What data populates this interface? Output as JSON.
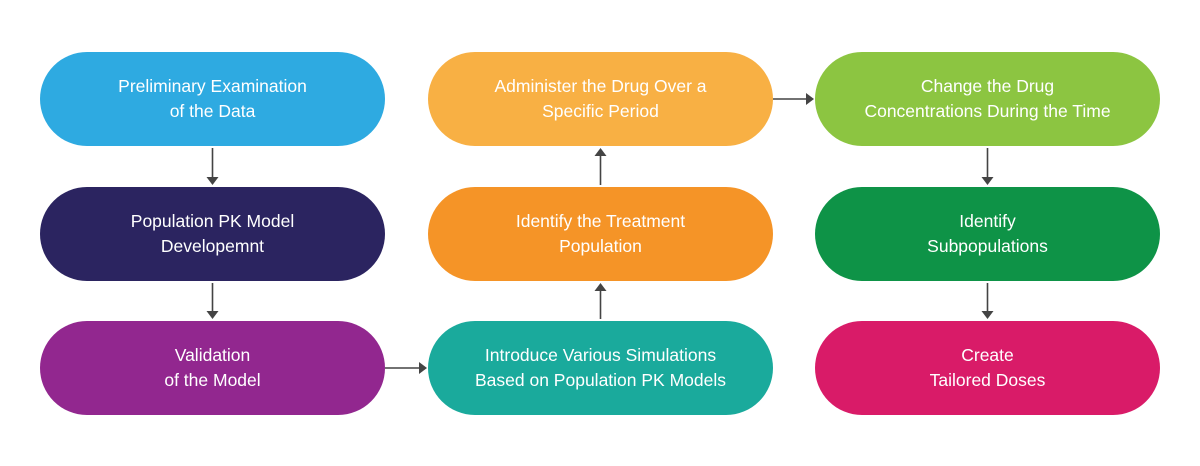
{
  "nodes": [
    {
      "id": "preliminary-examination",
      "label": "Preliminary Examination\nof the Data",
      "color": "#2eaae1"
    },
    {
      "id": "population-pk-model",
      "label": "Population PK Model\nDevelopemnt",
      "color": "#2b2460"
    },
    {
      "id": "validation",
      "label": "Validation\nof the Model",
      "color": "#92278f"
    },
    {
      "id": "introduce-simulations",
      "label": "Introduce Various Simulations\nBased on Population PK Models",
      "color": "#1aaa9c"
    },
    {
      "id": "identify-treatment-population",
      "label": "Identify the Treatment\nPopulation",
      "color": "#f59427"
    },
    {
      "id": "administer-drug",
      "label": "Administer the Drug Over a\nSpecific Period",
      "color": "#f8b044"
    },
    {
      "id": "change-concentrations",
      "label": "Change the Drug\nConcentrations During the Time",
      "color": "#8cc541"
    },
    {
      "id": "identify-subpopulations",
      "label": "Identify\nSubpopulations",
      "color": "#0e9347"
    },
    {
      "id": "create-tailored-doses",
      "label": "Create\nTailored Doses",
      "color": "#d91b68"
    }
  ],
  "edges": [
    {
      "from": "preliminary-examination",
      "to": "population-pk-model"
    },
    {
      "from": "population-pk-model",
      "to": "validation"
    },
    {
      "from": "validation",
      "to": "introduce-simulations"
    },
    {
      "from": "introduce-simulations",
      "to": "identify-treatment-population"
    },
    {
      "from": "identify-treatment-population",
      "to": "administer-drug"
    },
    {
      "from": "administer-drug",
      "to": "change-concentrations"
    },
    {
      "from": "change-concentrations",
      "to": "identify-subpopulations"
    },
    {
      "from": "identify-subpopulations",
      "to": "create-tailored-doses"
    }
  ],
  "arrow_color": "#444444"
}
